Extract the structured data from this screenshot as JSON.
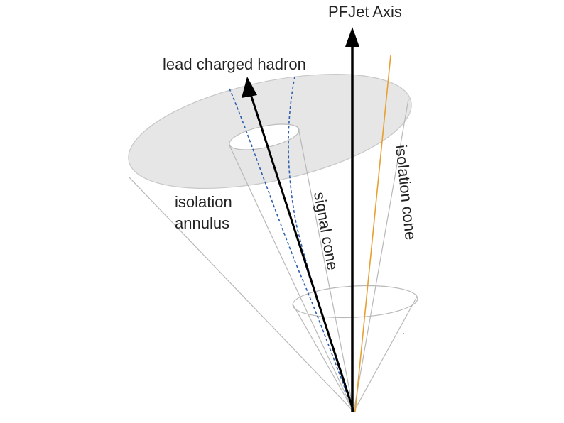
{
  "labels": {
    "pfjet_axis": "PFJet Axis",
    "lead_charged_hadron": "lead charged hadron",
    "isolation_annulus_line1": "isolation",
    "isolation_annulus_line2": "annulus",
    "signal_cone": "signal cone",
    "isolation_cone": "isolation cone"
  },
  "colors": {
    "pfjet_axis": "#000000",
    "lead_hadron": "#000000",
    "signal_cone_boundary": "#2f5fb0",
    "isolation_cone_boundary": "#e8a030",
    "annulus_fill": "#e8e8e8",
    "cone_lines": "#b8b8b8"
  }
}
